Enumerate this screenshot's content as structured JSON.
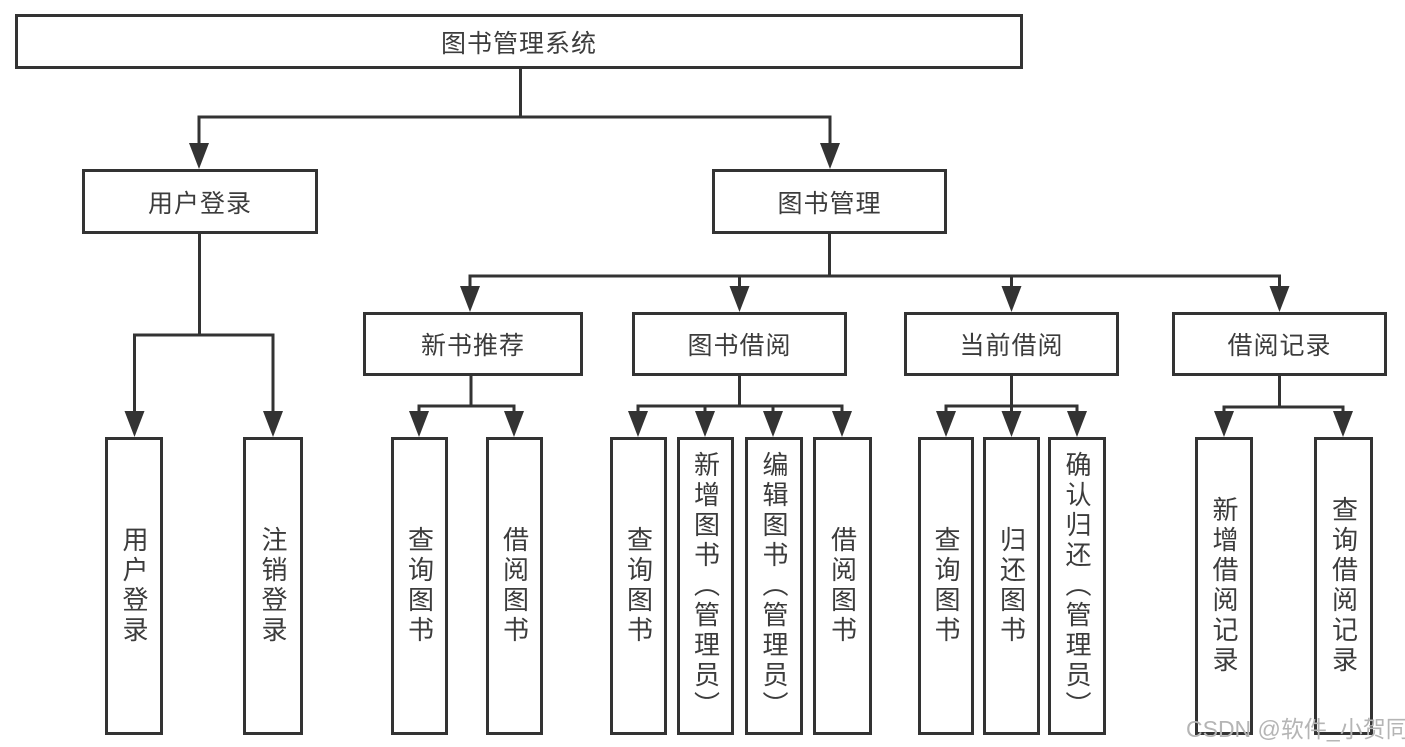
{
  "tree": {
    "label": "图书管理系统",
    "children": [
      {
        "label": "用户登录",
        "children": [
          {
            "label": "用户登录"
          },
          {
            "label": "注销登录"
          }
        ]
      },
      {
        "label": "图书管理",
        "children": [
          {
            "label": "新书推荐",
            "children": [
              {
                "label": "查询图书"
              },
              {
                "label": "借阅图书"
              }
            ]
          },
          {
            "label": "图书借阅",
            "children": [
              {
                "label": "查询图书"
              },
              {
                "label": "新增图书（管理员）"
              },
              {
                "label": "编辑图书（管理员）"
              },
              {
                "label": "借阅图书"
              }
            ]
          },
          {
            "label": "当前借阅",
            "children": [
              {
                "label": "查询图书"
              },
              {
                "label": "归还图书"
              },
              {
                "label": "确认归还（管理员）"
              }
            ]
          },
          {
            "label": "借阅记录",
            "children": [
              {
                "label": "新增借阅记录"
              },
              {
                "label": "查询借阅记录"
              }
            ]
          }
        ]
      }
    ]
  },
  "watermark": {
    "text": "CSDN @软件_小贺同学"
  },
  "colors": {
    "line": "#333333",
    "text": "#3c3c3c",
    "background": "#ffffff",
    "watermark": "#b5b5b5"
  }
}
